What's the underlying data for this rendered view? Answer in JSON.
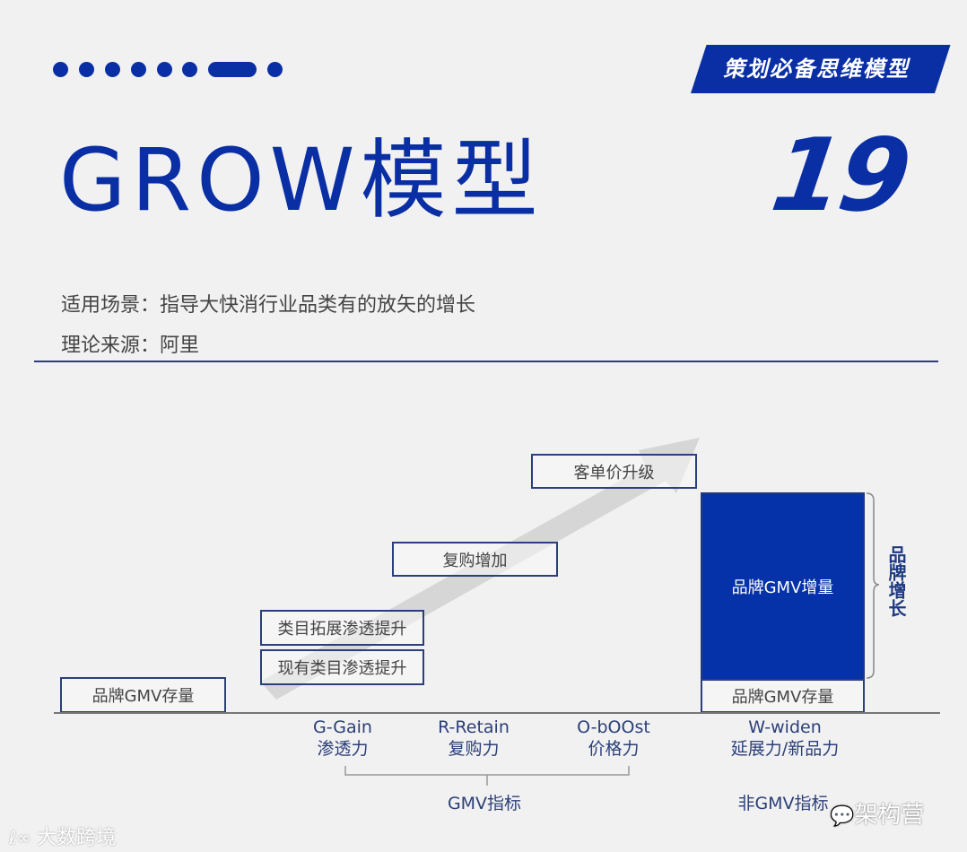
{
  "header": {
    "progress_dots": 8,
    "active_dot_index": 6,
    "banner_label": "策划必备思维模型",
    "model_number": "19",
    "title": "GROW模型"
  },
  "info": {
    "scenario_label": "适用场景：",
    "scenario_value": "指导大快消行业品类有的放矢的增长",
    "source_label": "理论来源：",
    "source_value": "阿里"
  },
  "diagram": {
    "arrow_color": "#d3d3d3",
    "accent_color": "#0a2fa4",
    "boxes": {
      "stock_left": "品牌GMV存量",
      "existing_category": "现有类目渗透提升",
      "category_expansion": "类目拓展渗透提升",
      "repurchase": "复购增加",
      "price_upgrade": "客单价升级",
      "increment": "品牌GMV增量",
      "stock_right": "品牌GMV存量"
    },
    "brand_growth_label": "品牌增长",
    "pillars": [
      {
        "en": "G-Gain",
        "zh": "渗透力"
      },
      {
        "en": "R-Retain",
        "zh": "复购力"
      },
      {
        "en": "O-bOOst",
        "zh": "价格力"
      },
      {
        "en": "W-widen",
        "zh": "延展力/新品力"
      }
    ],
    "gmv_group_label": "GMV指标",
    "non_gmv_label": "非GMV指标"
  },
  "watermarks": {
    "left": "大数跨境",
    "right": "架构营"
  }
}
